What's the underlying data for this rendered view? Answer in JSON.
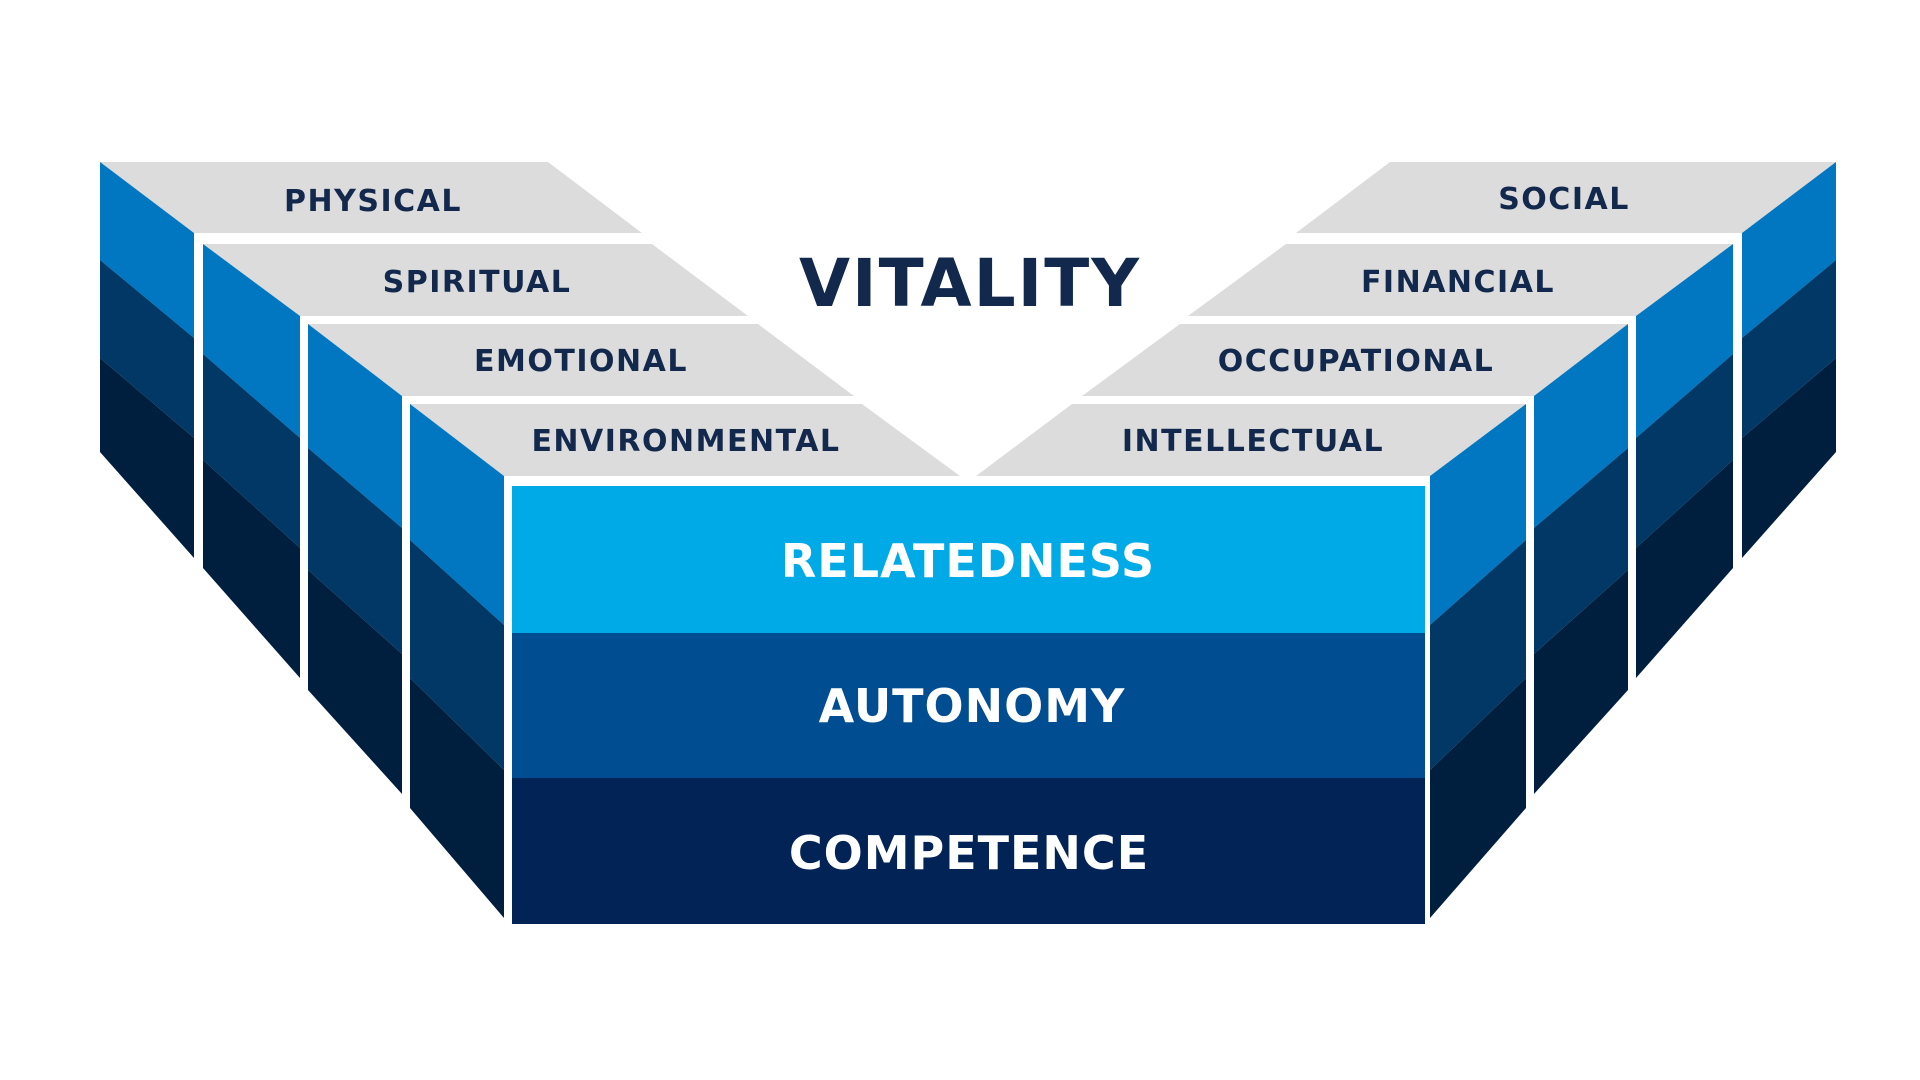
{
  "title": "VITALITY",
  "left_tiers": [
    "PHYSICAL",
    "SPIRITUAL",
    "EMOTIONAL",
    "ENVIRONMENTAL"
  ],
  "right_tiers": [
    "SOCIAL",
    "FINANCIAL",
    "OCCUPATIONAL",
    "INTELLECTUAL"
  ],
  "core_layers": [
    "RELATEDNESS",
    "AUTONOMY",
    "COMPETENCE"
  ],
  "colors": {
    "top_face": "#dcdcdc",
    "side_light": "#0077c0",
    "side_mid": "#013866",
    "side_dark": "#002b55",
    "side_darkest": "#001e3d",
    "relatedness": "#00aae6",
    "autonomy": "#014d91",
    "competence": "#012356",
    "text_dark": "#12284c",
    "text_light": "#ffffff"
  }
}
